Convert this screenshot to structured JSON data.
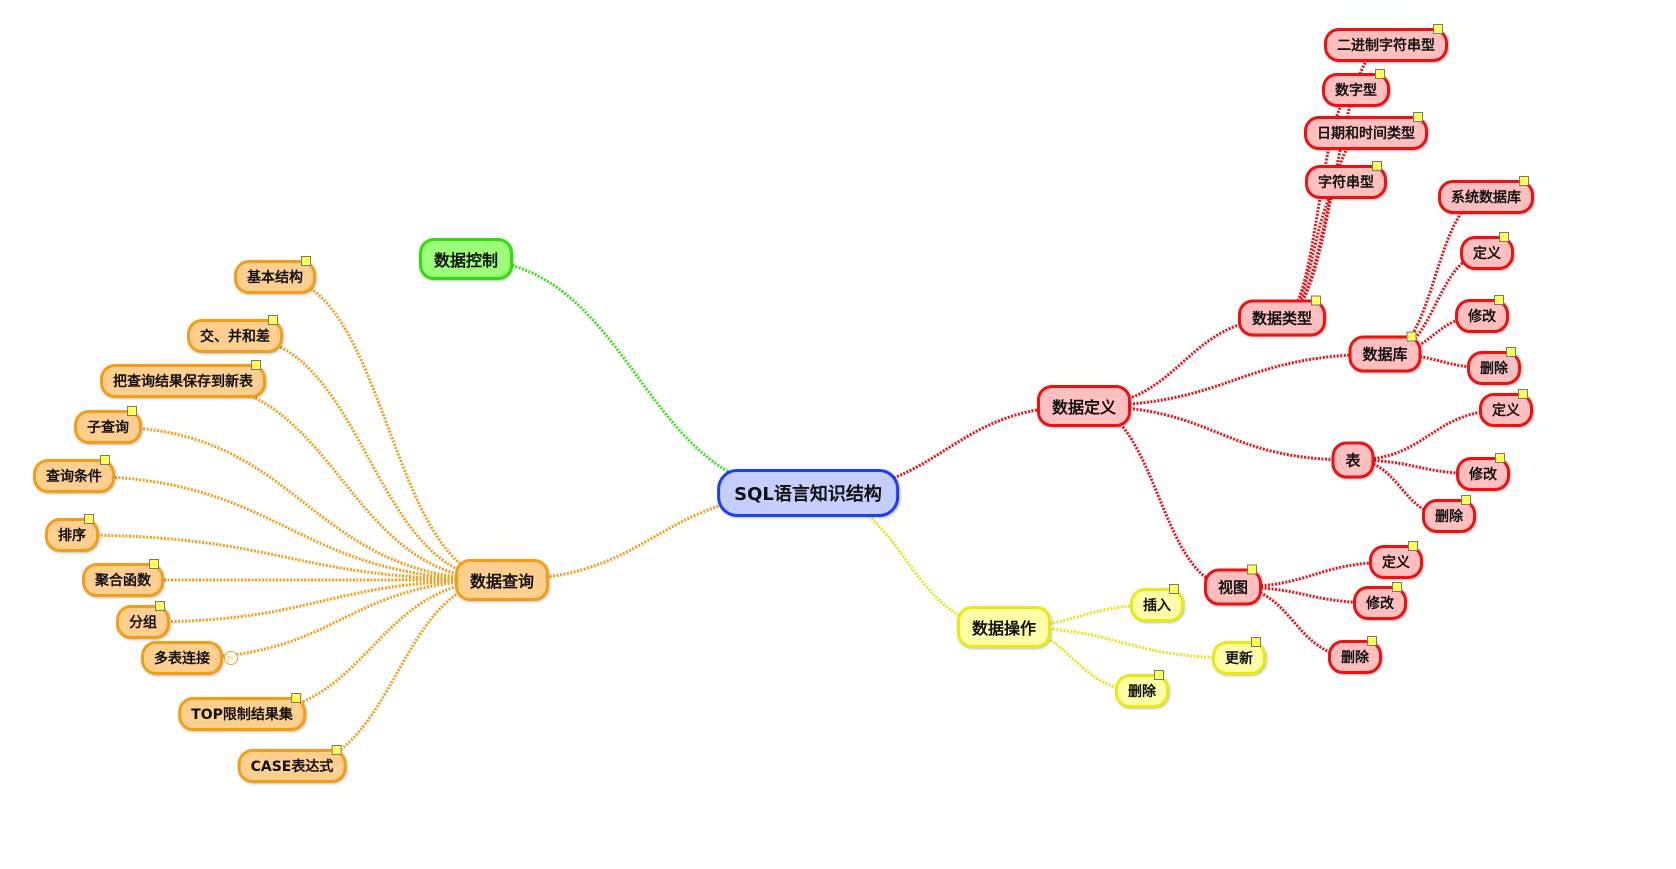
{
  "colors": {
    "root_fill": "#c5cefe",
    "root_border": "#1d3ef5",
    "definition_fill": "#ffbfbf",
    "definition_border": "#ee1111",
    "definition_line": "#e8141a",
    "query_fill": "#ffcf8f",
    "query_border": "#f29e17",
    "query_line": "#f2a020",
    "operation_fill": "#ffffa8",
    "operation_border": "#eaea10",
    "operation_line": "#e6e620",
    "control_fill": "#9bff7a",
    "control_border": "#32dc10",
    "control_line": "#3ee020"
  },
  "icons": {
    "note": "note-icon",
    "expand": "expand-arrow-icon"
  },
  "mindmap": {
    "root": "SQL语言知识结构",
    "definition": {
      "label": "数据定义",
      "data_types": {
        "label": "数据类型",
        "items": [
          "二进制字符串型",
          "数字型",
          "日期和时间类型",
          "字符串型"
        ]
      },
      "database": {
        "label": "数据库",
        "items": [
          "系统数据库",
          "定义",
          "修改",
          "删除"
        ]
      },
      "table": {
        "label": "表",
        "items": [
          "定义",
          "修改",
          "删除"
        ]
      },
      "view": {
        "label": "视图",
        "items": [
          "定义",
          "修改",
          "删除"
        ]
      }
    },
    "query": {
      "label": "数据查询",
      "items": [
        "基本结构",
        "交、并和差",
        "把查询结果保存到新表",
        "子查询",
        "查询条件",
        "排序",
        "聚合函数",
        "分组",
        "多表连接",
        "TOP限制结果集",
        "CASE表达式"
      ]
    },
    "operation": {
      "label": "数据操作",
      "items": [
        "插入",
        "更新",
        "删除"
      ]
    },
    "control": {
      "label": "数据控制"
    }
  }
}
